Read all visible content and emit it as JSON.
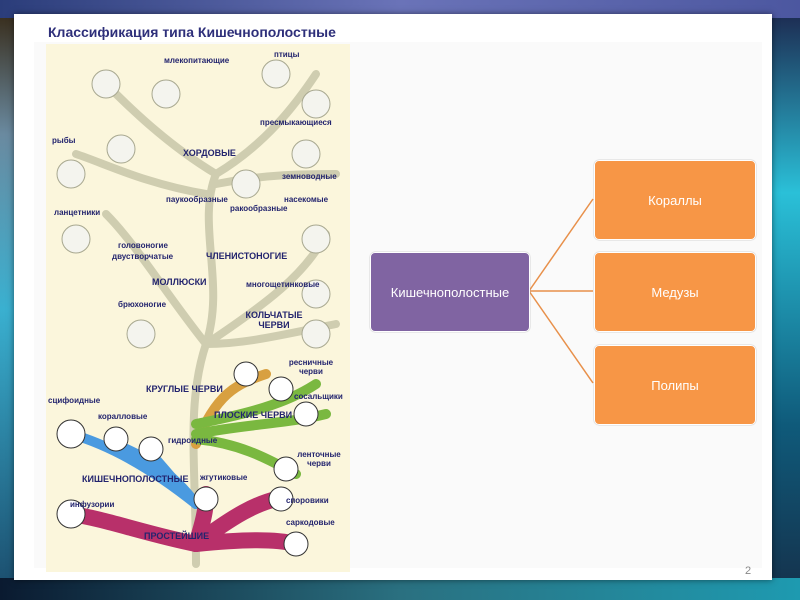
{
  "slide": {
    "title": "Классификация типа Кишечнополостные",
    "page_number": "2"
  },
  "tree_image": {
    "labels": {
      "mammals": "млекопитающие",
      "birds": "птицы",
      "reptiles": "пресмыкающиеся",
      "fish": "рыбы",
      "chordates": "ХОРДОВЫЕ",
      "amphibians": "земноводные",
      "arachnids": "паукообразные",
      "insects": "насекомые",
      "crustaceans": "ракообразные",
      "lancelets": "ланцетники",
      "cephalopods": "головоногие",
      "bivalves": "двустворчатые",
      "arthropods": "ЧЛЕНИСТОНОГИЕ",
      "mollusks": "МОЛЛЮСКИ",
      "polychaetes": "многощетинковые",
      "gastropods": "брюхоногие",
      "annelids": "КОЛЬЧАТЫЕ ЧЕРВИ",
      "ciliated_worms": "ресничные черви",
      "roundworms": "КРУГЛЫЕ ЧЕРВИ",
      "scyphozoa": "сцифоидные",
      "flukes": "сосальщики",
      "corals": "коралловые",
      "flatworms": "ПЛОСКИЕ ЧЕРВИ",
      "hydroids": "гидроидные",
      "tapeworms": "ленточные черви",
      "coelenterates": "КИШЕЧНОПОЛОСТНЫЕ",
      "flagellates": "жгутиковые",
      "ciliates": "инфузории",
      "sporozoa": "споровики",
      "sarcodina": "саркодовые",
      "protozoa": "ПРОСТЕЙШИЕ"
    }
  },
  "diagram": {
    "root": "Кишечнополостные",
    "children": [
      "Кораллы",
      "Медузы",
      "Полипы"
    ],
    "colors": {
      "root": "#8064a2",
      "child": "#f79646",
      "connector": "#e8904a"
    }
  }
}
